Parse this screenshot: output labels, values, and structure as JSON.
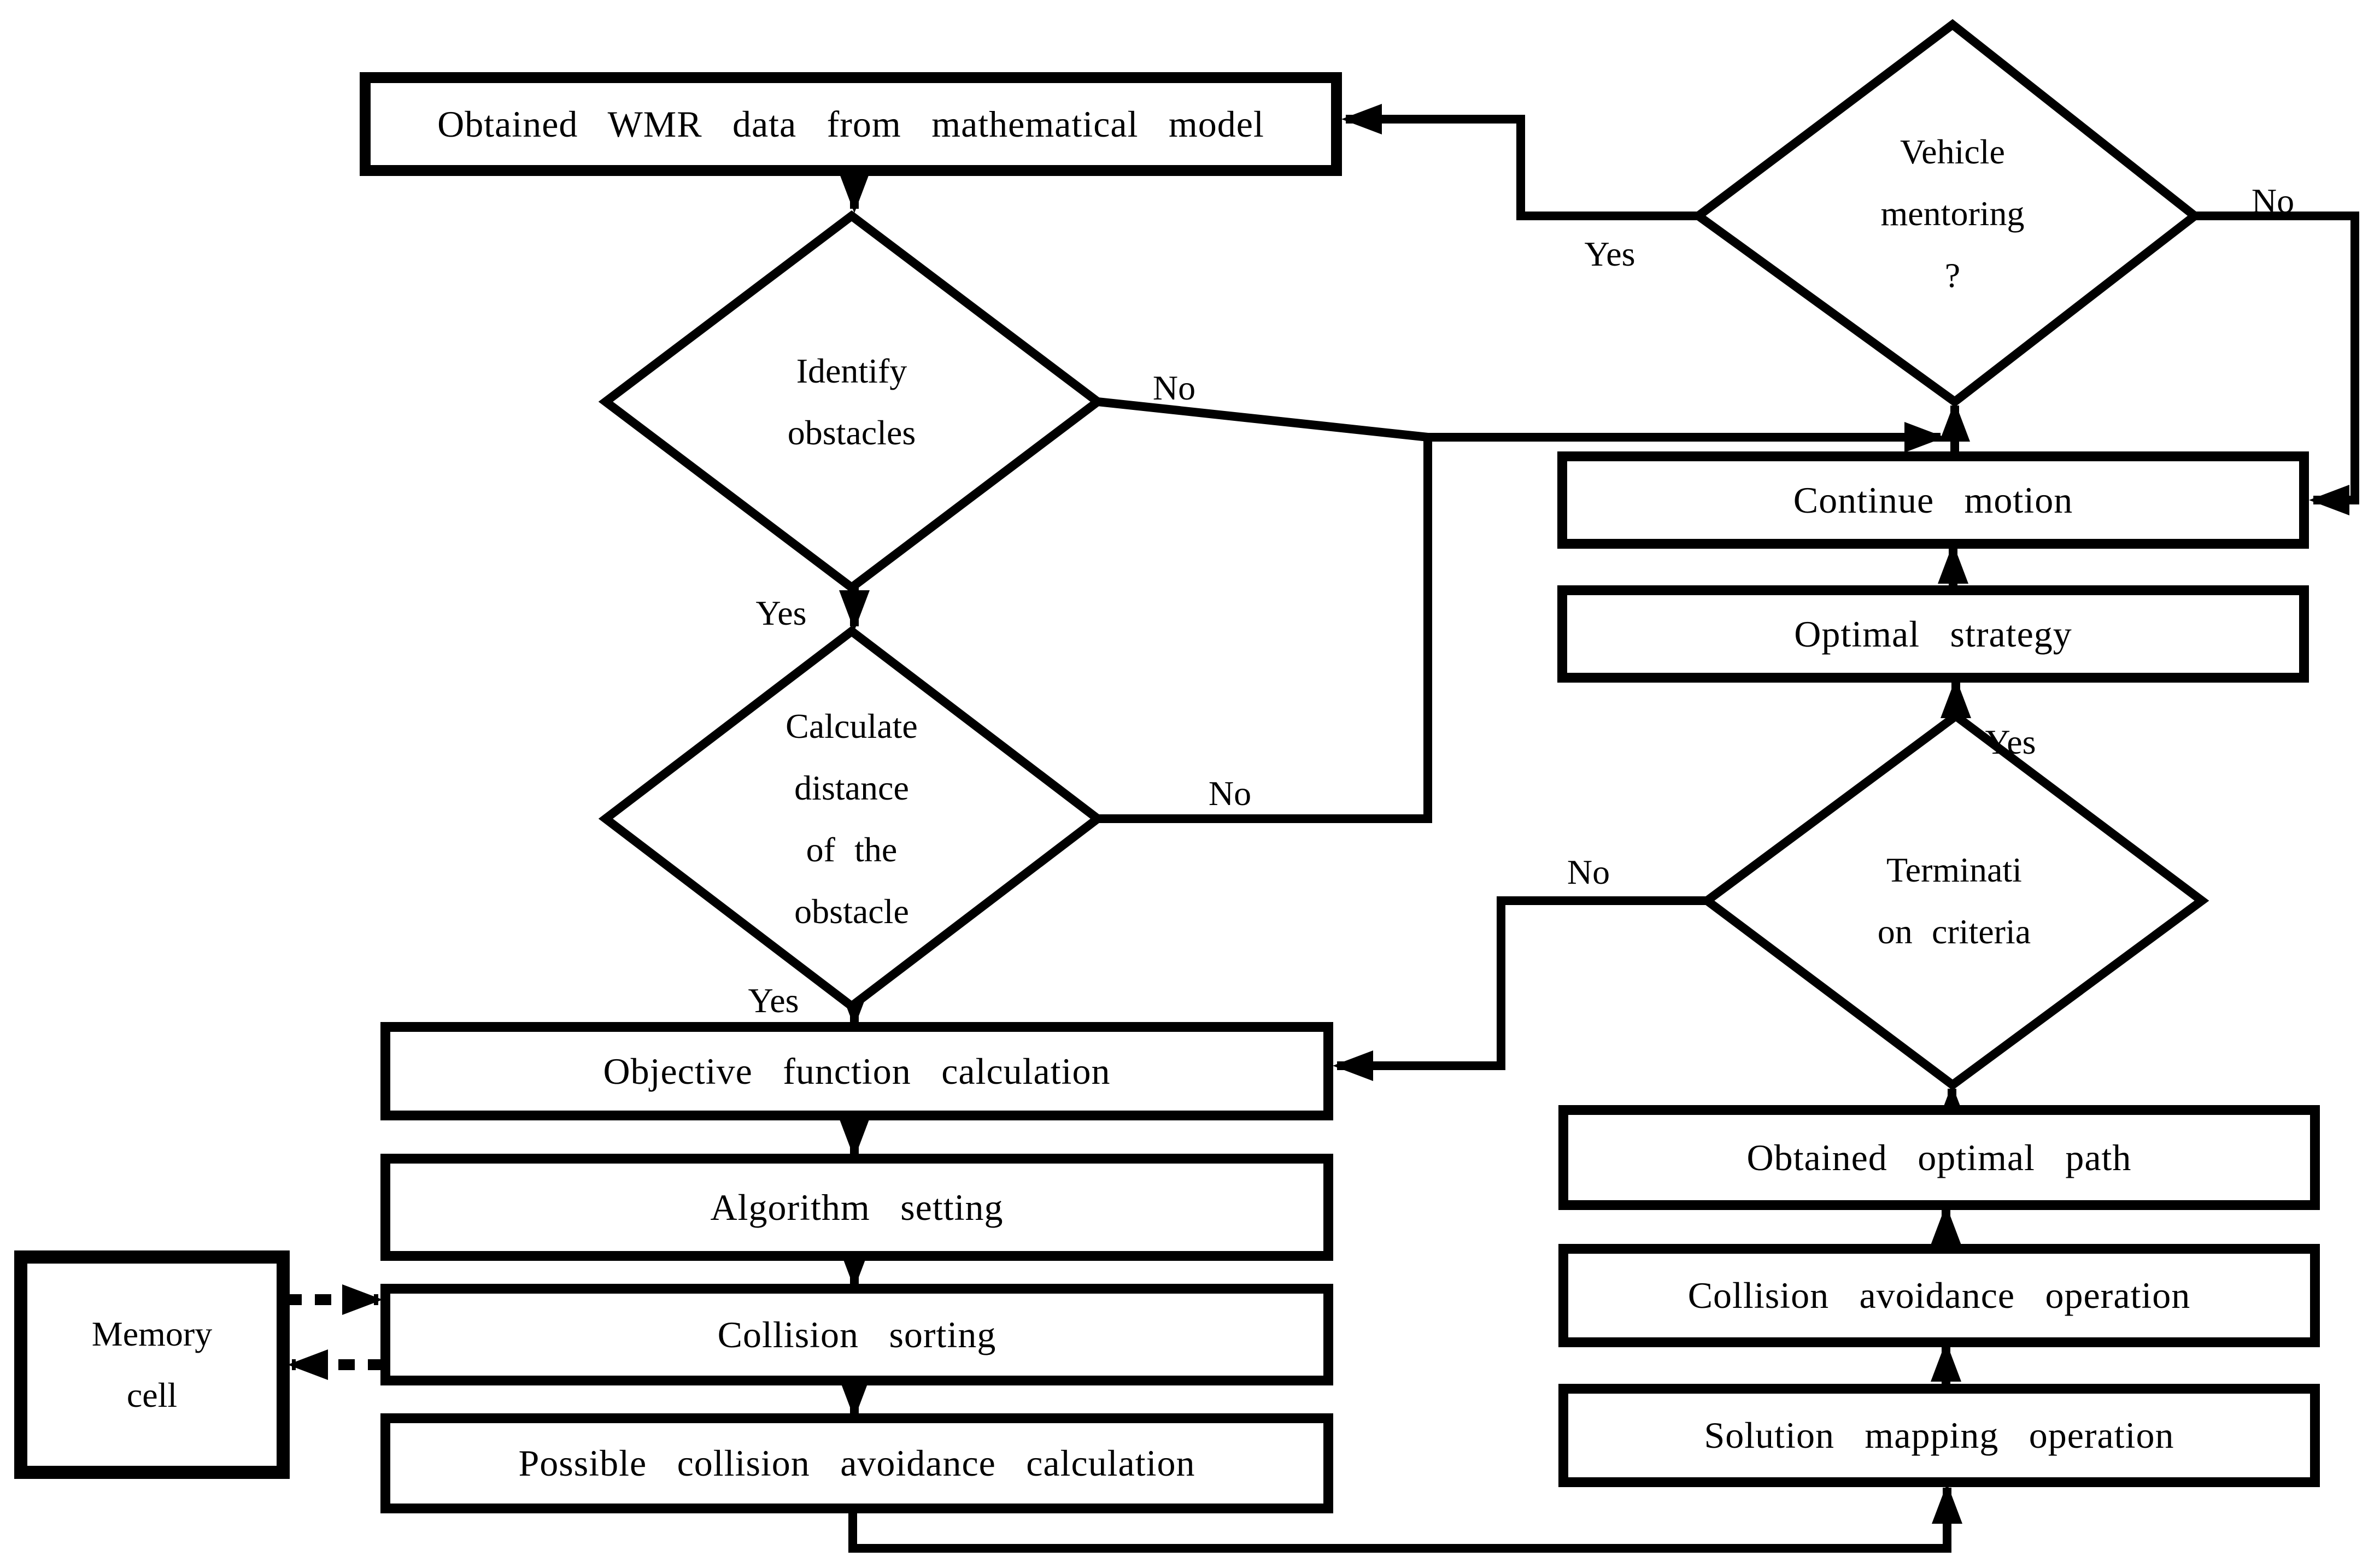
{
  "diagram": {
    "type": "flowchart",
    "background_color": "#ffffff",
    "line_color": "#000000",
    "nodes": {
      "wmr": {
        "shape": "rect",
        "label": "Obtained WMR data from mathematical model"
      },
      "identify": {
        "shape": "diamond",
        "label": "Identify\nobstacles"
      },
      "calc_distance": {
        "shape": "diamond",
        "label": "Calculate\ndistance\nof the\nobstacle"
      },
      "objective": {
        "shape": "rect",
        "label": "Objective function calculation"
      },
      "algorithm_setting": {
        "shape": "rect",
        "label": "Algorithm setting"
      },
      "collision_sorting": {
        "shape": "rect",
        "label": "Collision sorting"
      },
      "possible_collision": {
        "shape": "rect",
        "label": "Possible collision avoidance calculation"
      },
      "memory_cell": {
        "shape": "rect",
        "label": "Memory\ncell"
      },
      "vehicle_mentoring": {
        "shape": "diamond",
        "label": "Vehicle\nmentoring\n?"
      },
      "continue_motion": {
        "shape": "rect",
        "label": "Continue motion"
      },
      "optimal_strategy": {
        "shape": "rect",
        "label": "Optimal strategy"
      },
      "termination": {
        "shape": "diamond",
        "label": "Terminati\non criteria"
      },
      "optimal_path": {
        "shape": "rect",
        "label": "Obtained optimal path"
      },
      "collision_avoidance": {
        "shape": "rect",
        "label": "Collision avoidance operation"
      },
      "solution_mapping": {
        "shape": "rect",
        "label": "Solution mapping operation"
      }
    },
    "edge_labels": {
      "identify_yes": "Yes",
      "identify_no": "No",
      "distance_yes": "Yes",
      "distance_no": "No",
      "vehicle_yes": "Yes",
      "vehicle_no": "No",
      "termination_yes": "Yes",
      "termination_no": "No"
    }
  }
}
